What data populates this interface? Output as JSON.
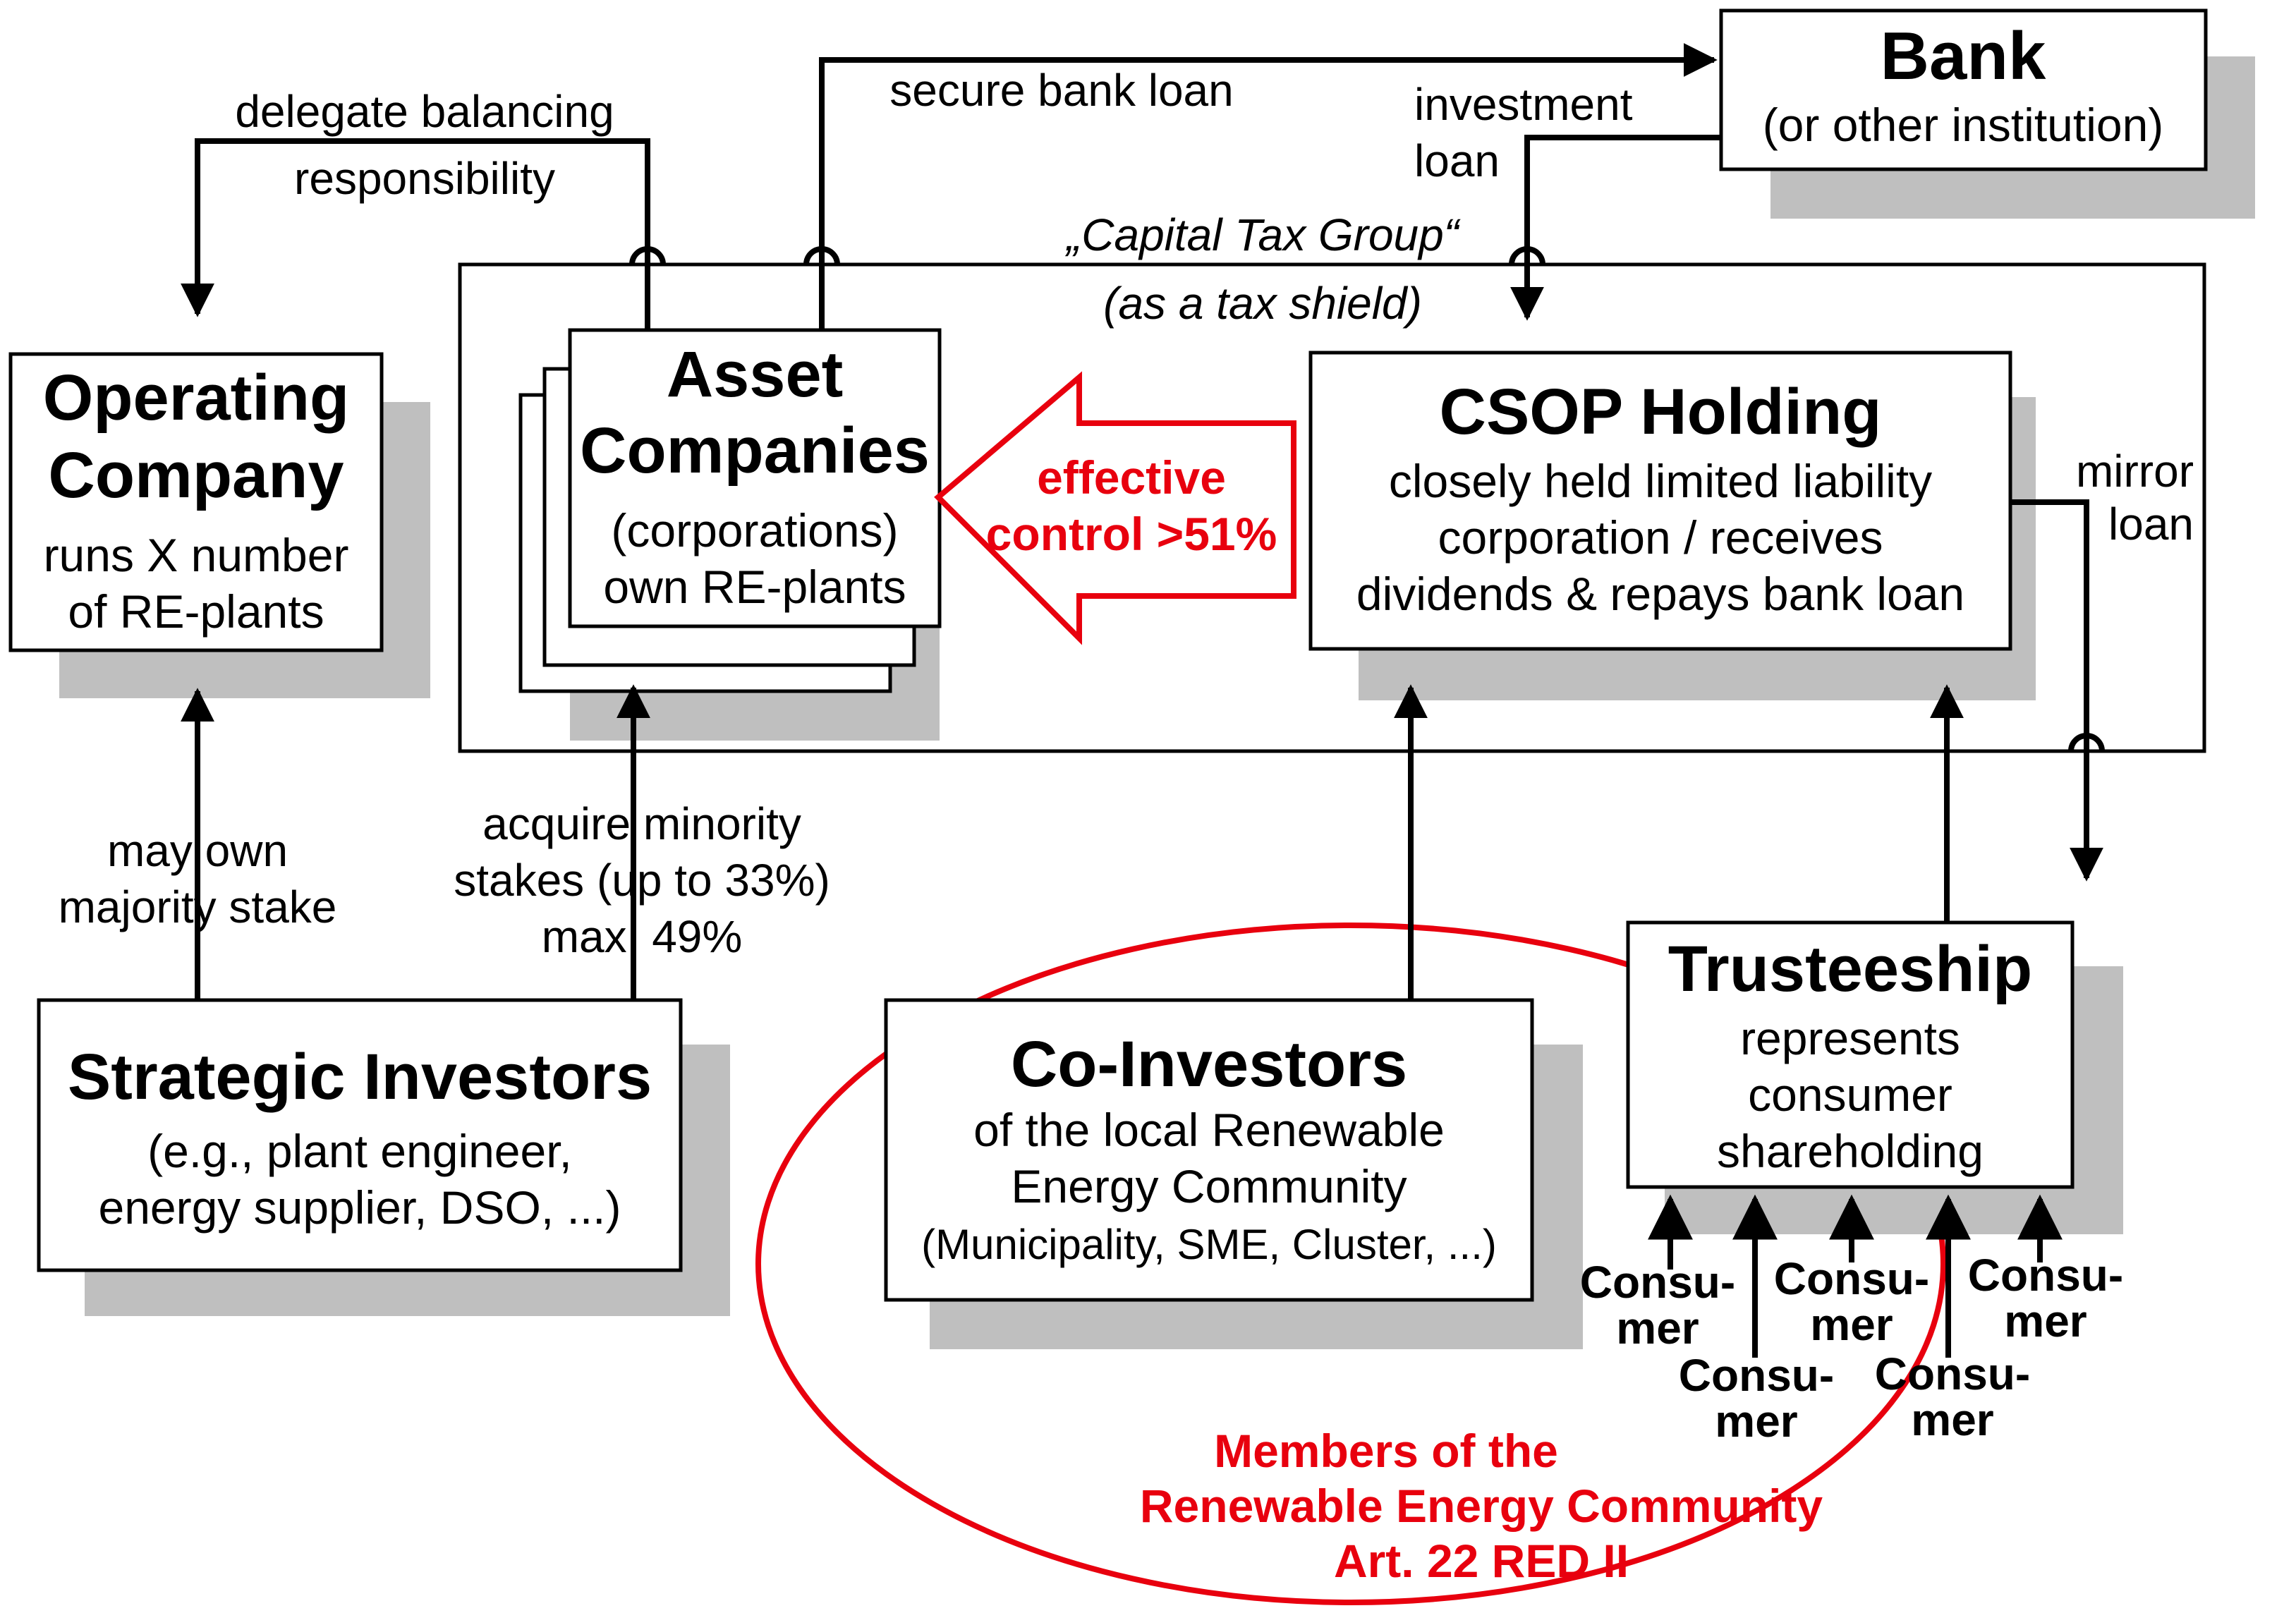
{
  "boxes": {
    "bank": {
      "title": "Bank",
      "subtitle": "(or other institution)"
    },
    "operating_company": {
      "title_1": "Operating",
      "title_2": "Company",
      "line_1": "runs X number",
      "line_2": "of RE-plants"
    },
    "asset_companies": {
      "title_1": "Asset",
      "title_2": "Companies",
      "line_1": "(corporations)",
      "line_2": "own RE-plants"
    },
    "csop_holding": {
      "title": "CSOP Holding",
      "line_1": "closely held limited liability",
      "line_2": "corporation / receives",
      "line_3": "dividends & repays bank loan"
    },
    "strategic_investors": {
      "title": "Strategic Investors",
      "line_1": "(e.g., plant engineer,",
      "line_2": "energy supplier, DSO, ...)"
    },
    "co_investors": {
      "title": "Co-Investors",
      "line_1": "of the local Renewable",
      "line_2": "Energy Community",
      "line_3": "(Municipality, SME, Cluster, ...)"
    },
    "trusteeship": {
      "title": "Trusteeship",
      "line_1": "represents",
      "line_2": "consumer",
      "line_3": "shareholding"
    }
  },
  "group": {
    "label_1": "„Capital Tax Group“",
    "label_2": "(as a tax shield)"
  },
  "edges": {
    "delegate": {
      "line_1": "delegate balancing",
      "line_2": "responsibility"
    },
    "secure_loan": "secure bank loan",
    "investment_loan": {
      "line_1": "investment",
      "line_2": "loan"
    },
    "mirror_loan": {
      "line_1": "mirror",
      "line_2": "loan"
    },
    "majority_stake": {
      "line_1": "may own",
      "line_2": "majority stake"
    },
    "minority_stakes": {
      "line_1": "acquire minority",
      "line_2": "stakes (up to 33%)",
      "line_3": "max. 49%"
    },
    "effective_control": {
      "line_1": "effective",
      "line_2": "control >51%"
    }
  },
  "consumers": [
    {
      "line_1": "Consu-",
      "line_2": "mer"
    },
    {
      "line_1": "Consu-",
      "line_2": "mer"
    },
    {
      "line_1": "Consu-",
      "line_2": "mer"
    },
    {
      "line_1": "Consu-",
      "line_2": "mer"
    },
    {
      "line_1": "Consu-",
      "line_2": "mer"
    }
  ],
  "community": {
    "line_1": "Members of the",
    "line_2": "Renewable Energy Community",
    "line_3": "Art. 22 RED II"
  },
  "colors": {
    "accent_red": "#e8000e",
    "shadow_gray": "#bfbfbf",
    "line_black": "#000000"
  }
}
